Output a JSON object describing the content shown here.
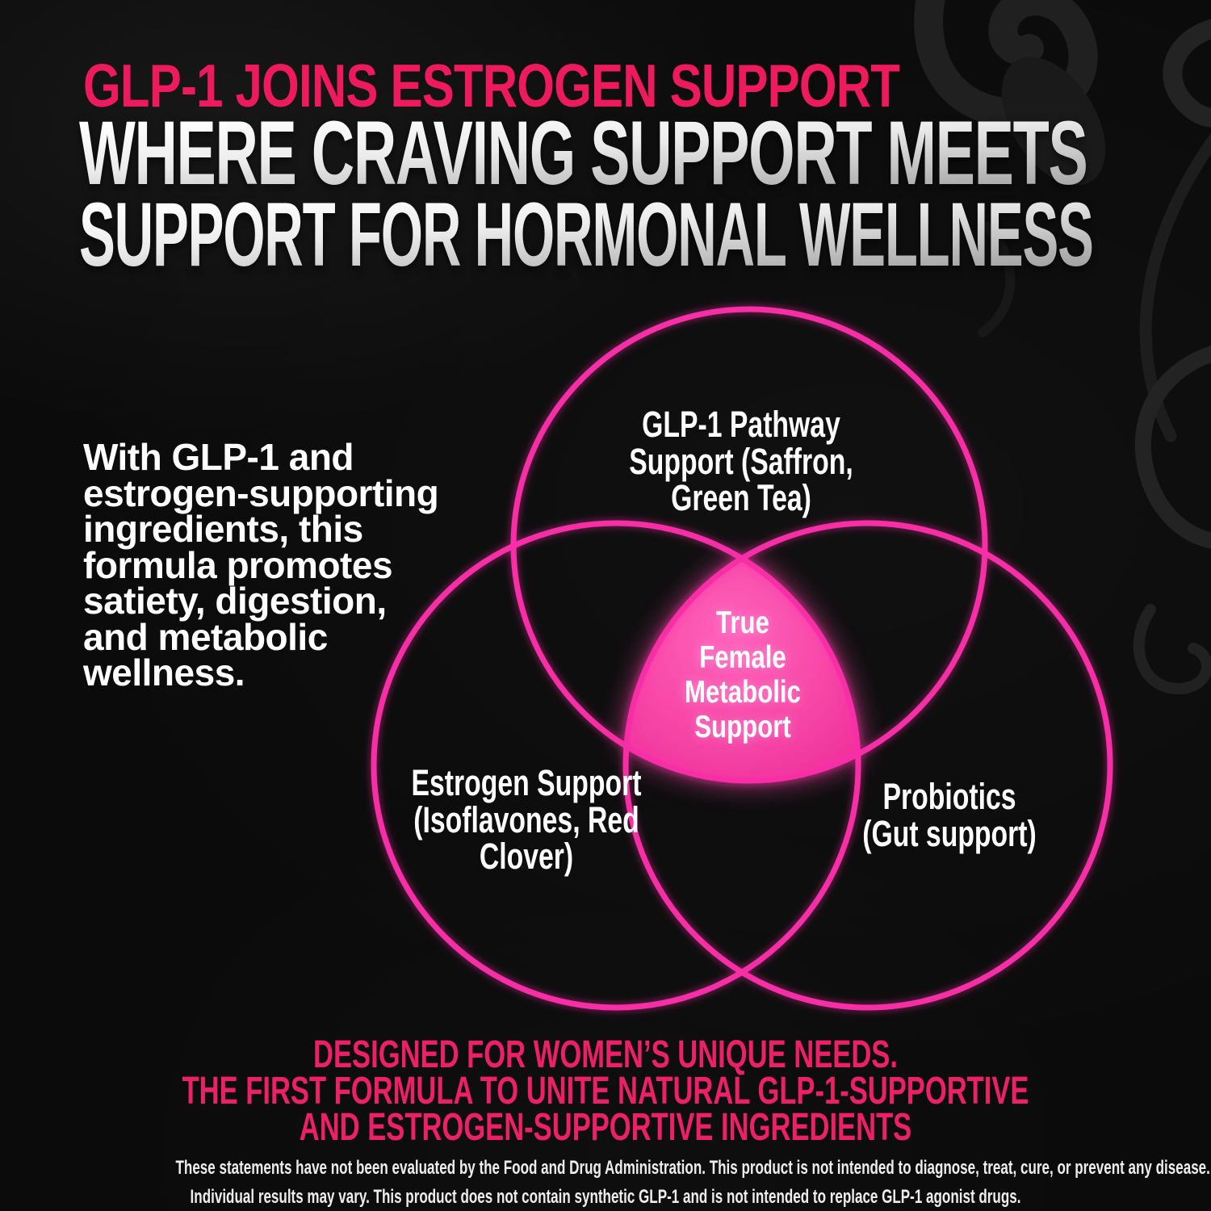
{
  "page": {
    "background": "#0b0b0b"
  },
  "palette": {
    "headline_pink": "#ed1a5e",
    "footer_pink": "#ec2066",
    "venn_circle_pink": "#f72fa5",
    "venn_center_pink": "#f747a8",
    "silver_top": "#ffffff",
    "silver_bottom": "#9d9d9d",
    "body_text": "#ffffff"
  },
  "header": {
    "eyebrow": "GLP-1 JOINS ESTROGEN SUPPORT",
    "title_lines": [
      "WHERE CRAVING SUPPORT MEETS",
      "SUPPORT FOR HORMONAL WELLNESS"
    ]
  },
  "intro": {
    "lines": [
      "With GLP-1 and",
      "estrogen-supporting",
      "ingredients, this",
      "formula promotes",
      "satiety, digestion,",
      "and metabolic",
      "wellness."
    ]
  },
  "venn": {
    "top_circle_label": {
      "lines": [
        "GLP-1 Pathway",
        "Support (Saffron,",
        "Green Tea)"
      ]
    },
    "left_circle_label": {
      "lines": [
        "Estrogen Support",
        "(Isoflavones, Red",
        "Clover)"
      ]
    },
    "right_circle_label": {
      "lines": [
        "Probiotics",
        "(Gut support)"
      ]
    },
    "center_label": {
      "lines": [
        "True",
        "Female",
        "Metabolic",
        "Support"
      ]
    }
  },
  "footer": {
    "headline_lines": [
      "DESIGNED FOR WOMEN’S UNIQUE NEEDS.",
      "THE FIRST FORMULA TO UNITE NATURAL GLP-1-SUPPORTIVE",
      "AND ESTROGEN-SUPPORTIVE INGREDIENTS"
    ],
    "disclaimer_lines": [
      "These statements have not been evaluated by the Food and Drug Administration. This product is not intended to diagnose, treat, cure, or prevent any disease.",
      "Individual results may vary. This product does not contain synthetic GLP-1 and is not intended to replace GLP-1 agonist drugs."
    ]
  }
}
